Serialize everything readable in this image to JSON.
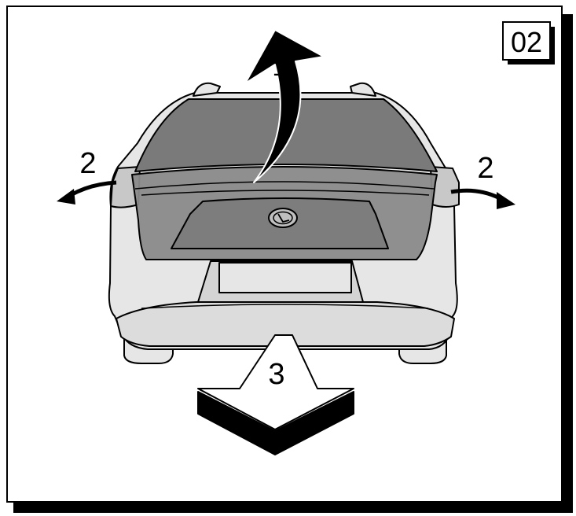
{
  "figure": {
    "step_number": "02",
    "labels": {
      "lift_tailgate": "1",
      "left_side": "2",
      "right_side": "2",
      "pull_out": "3"
    }
  },
  "colors": {
    "outline": "#000000",
    "body_fill": "#e6e6e6",
    "panel_fill": "#888888",
    "arrow_fill": "#000000",
    "background": "#ffffff"
  },
  "icons": {
    "brand_emblem": "lexus-emblem-icon"
  }
}
